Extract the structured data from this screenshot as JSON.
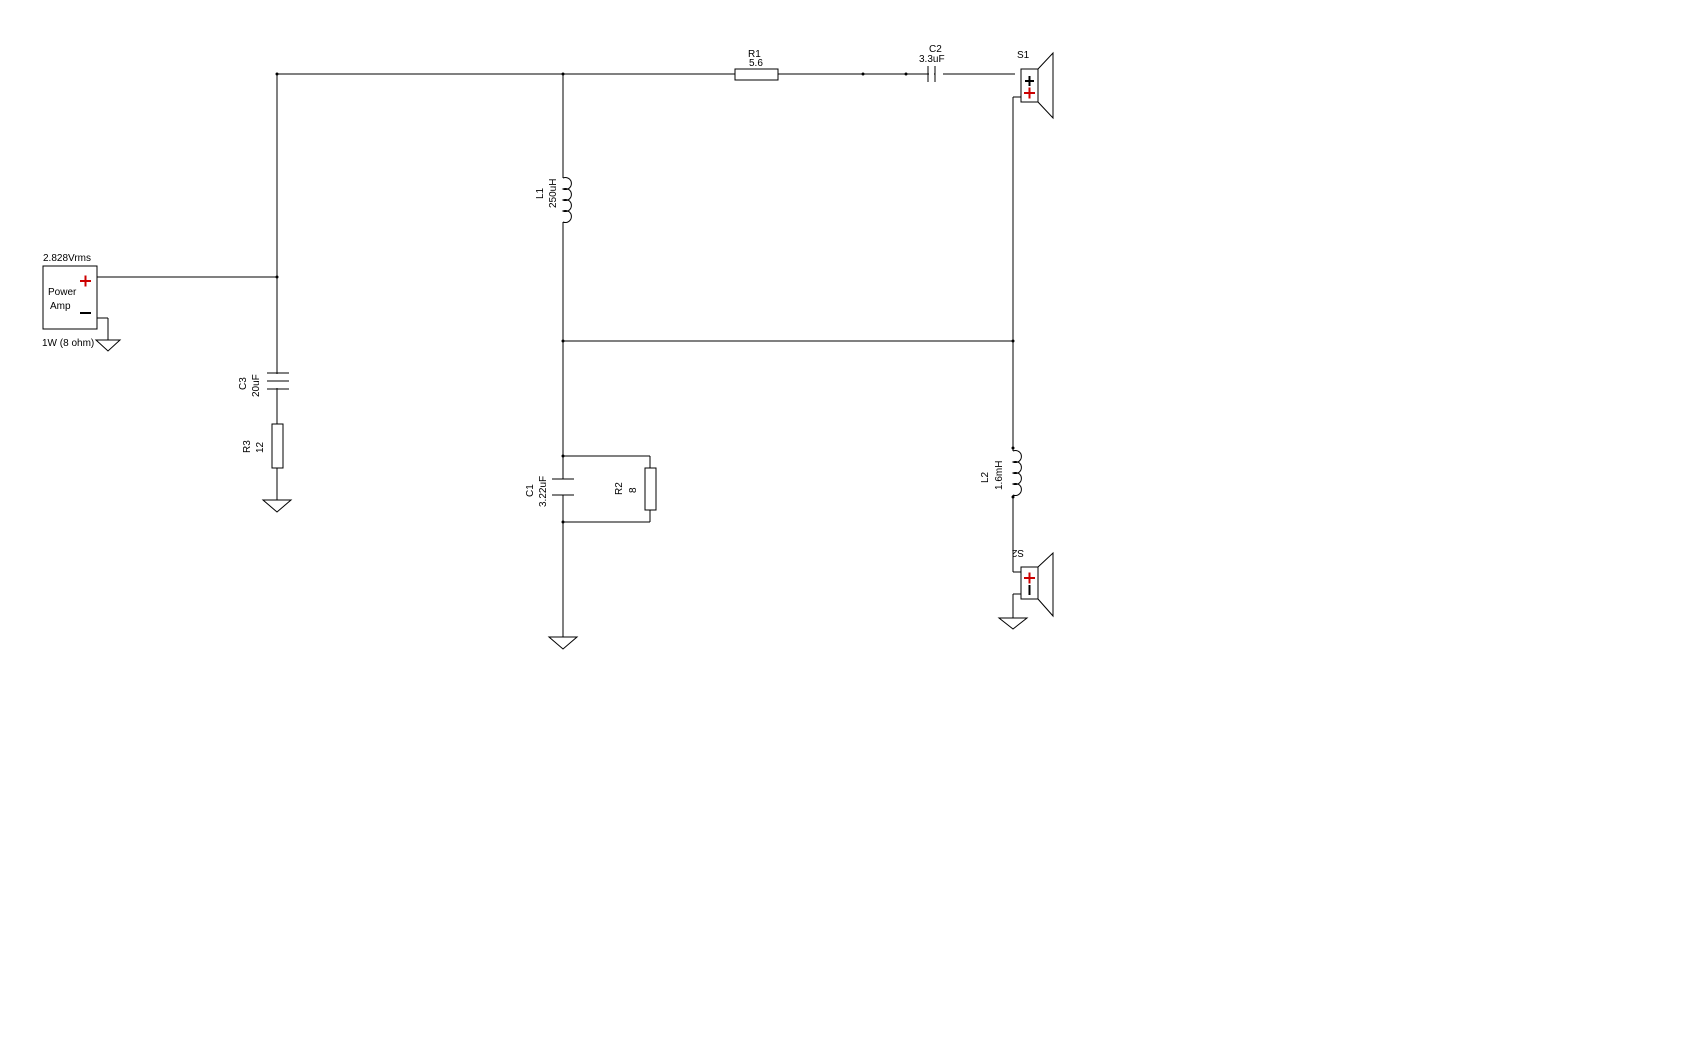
{
  "source": {
    "label": "Power\nAmp",
    "voltage": "2.828Vrms",
    "rating": "1W (8 ohm)"
  },
  "components": {
    "R1": {
      "ref": "R1",
      "value": "5.6"
    },
    "C2": {
      "ref": "C2",
      "value": "3.3uF"
    },
    "S1": {
      "ref": "S1"
    },
    "L1": {
      "ref": "L1",
      "value": "250uH"
    },
    "C3": {
      "ref": "C3",
      "value": "20uF"
    },
    "R3": {
      "ref": "R3",
      "value": "12"
    },
    "C1": {
      "ref": "C1",
      "value": "3.22uF"
    },
    "R2": {
      "ref": "R2",
      "value": "8"
    },
    "L2": {
      "ref": "L2",
      "value": "1.6mH"
    },
    "S2": {
      "ref": "S2"
    }
  }
}
